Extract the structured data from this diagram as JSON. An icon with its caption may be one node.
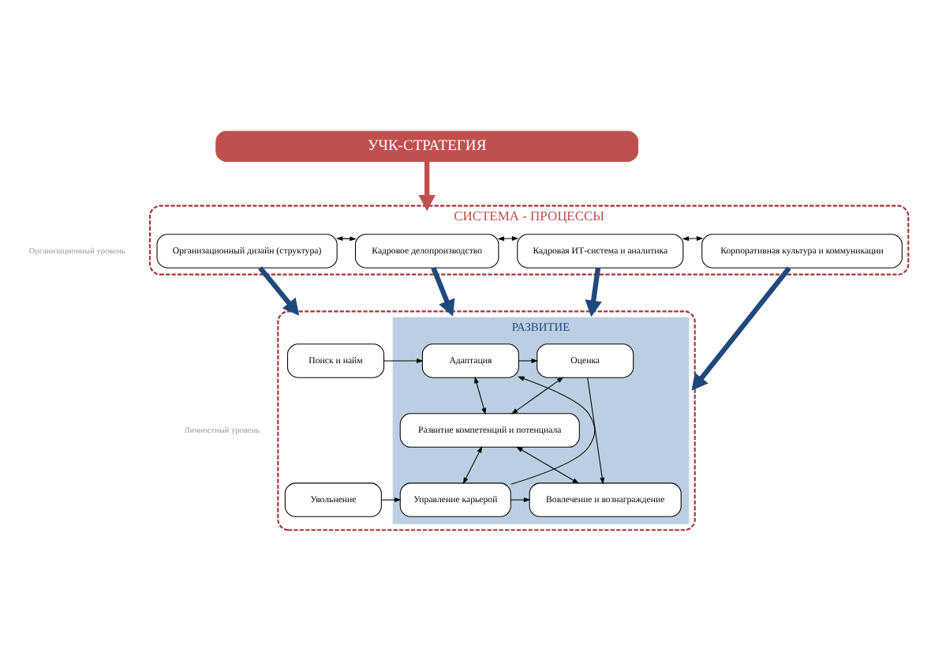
{
  "diagram": {
    "nodes": [
      {
        "text": [
          "УЧК-СТРАТЕГИЯ"
        ]
      },
      {
        "text": [
          "СИСТЕМА - ПРОЦЕССЫ"
        ]
      },
      {
        "text": [
          "Организационный дизайн (структура)"
        ],
        "in": 1
      },
      {
        "text": [
          "Кадровое делопроизводство"
        ],
        "in": 1
      },
      {
        "text": [
          "Кадровая ИТ-система и аналитика"
        ],
        "in": 1
      },
      {
        "text": [
          "Корпоративная культура и коммуникации"
        ],
        "in": 1
      },
      {
        "text": [],
        "shape": "box"
      },
      {
        "text": [
          "Поиск и найм"
        ],
        "in": 6
      },
      {
        "text": [
          "Увольнение"
        ],
        "in": 6
      },
      {
        "text": [
          "РАЗВИТИЕ"
        ],
        "in": 6
      },
      {
        "text": [
          "Адаптация"
        ],
        "in": 9
      },
      {
        "text": [
          "Развитие компетенций и потенциала"
        ],
        "in": 9
      },
      {
        "text": [
          "Оценка"
        ],
        "in": 9
      },
      {
        "text": [
          "Управление карьерой"
        ],
        "in": 9
      },
      {
        "text": [
          "Вовлечение и вознаграждение"
        ],
        "in": 9
      }
    ],
    "edges": [
      {
        "from": 0,
        "to": 1,
        "arrow": "to",
        "style": "thick",
        "color": "#c0504d"
      },
      {
        "from": 2,
        "to": 3,
        "arrow": "both"
      },
      {
        "from": 3,
        "to": 4,
        "arrow": "both"
      },
      {
        "from": 4,
        "to": 5,
        "arrow": "both"
      },
      {
        "from": 2,
        "to": 6,
        "arrow": "to",
        "style": "thick",
        "color": "#1f497d"
      },
      {
        "from": 3,
        "to": 6,
        "arrow": "to",
        "style": "thick",
        "color": "#1f497d"
      },
      {
        "from": 4,
        "to": 6,
        "arrow": "to",
        "style": "thick",
        "color": "#1f497d"
      },
      {
        "from": 5,
        "to": 6,
        "arrow": "to",
        "style": "thick",
        "color": "#1f497d"
      },
      {
        "from": 7,
        "to": 10,
        "arrow": "to"
      },
      {
        "from": 8,
        "to": 13,
        "arrow": "to"
      },
      {
        "from": 13,
        "to": 10,
        "arrow": "to"
      },
      {
        "from": 10,
        "to": 12,
        "arrow": "to"
      },
      {
        "from": 13,
        "to": 14,
        "arrow": "to"
      },
      {
        "from": 12,
        "to": 14,
        "arrow": "to"
      },
      {
        "from": 10,
        "to": 11,
        "arrow": "both"
      },
      {
        "from": 13,
        "to": 11,
        "arrow": "both"
      },
      {
        "from": 12,
        "to": 11,
        "arrow": "both"
      },
      {
        "from": 14,
        "to": 11,
        "arrow": "both"
      }
    ],
    "labels": [
      "Организационный уровень",
      "Личностный уровень"
    ]
  }
}
